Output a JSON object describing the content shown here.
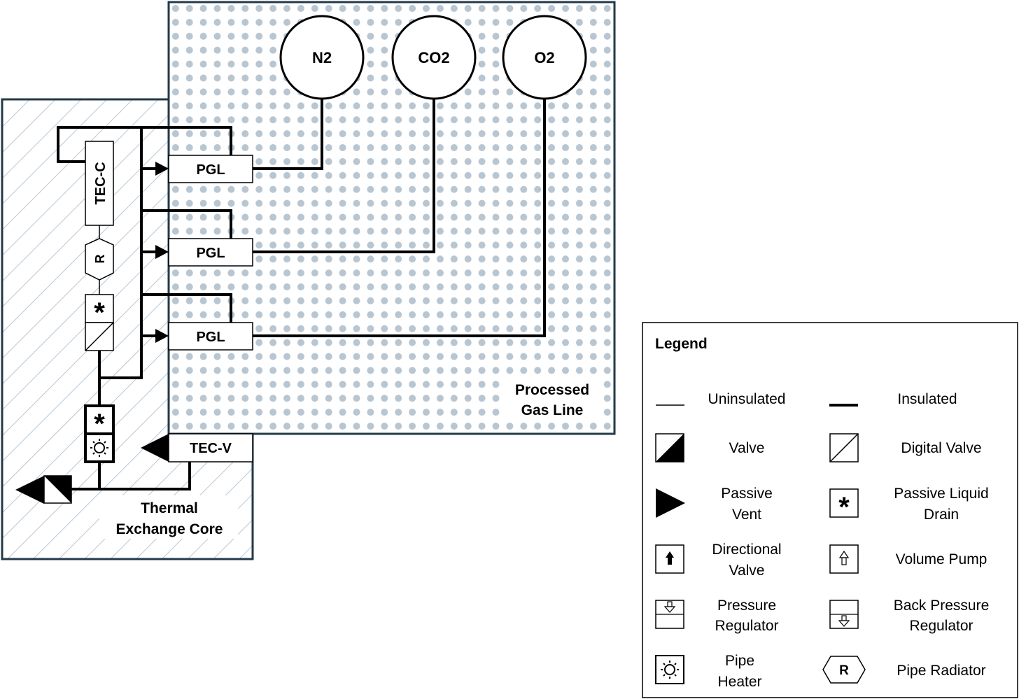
{
  "tanks": {
    "n2": "N2",
    "co2": "CO2",
    "o2": "O2"
  },
  "pgl": {
    "label_1": "PGL",
    "label_2": "PGL",
    "label_3": "PGL"
  },
  "components": {
    "tec_c": "TEC-C",
    "tec_v": "TEC-V",
    "radiator_glyph": "R",
    "drain_glyph": "*"
  },
  "zones": {
    "processed_line_1": "Processed",
    "processed_line_2": "Gas Line",
    "thermal_line_1": "Thermal",
    "thermal_line_2": "Exchange Core"
  },
  "legend": {
    "title": "Legend",
    "uninsulated": "Uninsulated",
    "insulated": "Insulated",
    "valve": "Valve",
    "digital_valve": "Digital Valve",
    "passive_vent_1": "Passive",
    "passive_vent_2": "Vent",
    "passive_drain_1": "Passive Liquid",
    "passive_drain_2": "Drain",
    "directional_valve_1": "Directional",
    "directional_valve_2": "Valve",
    "volume_pump": "Volume Pump",
    "pressure_regulator_1": "Pressure",
    "pressure_regulator_2": "Regulator",
    "back_pressure_regulator_1": "Back Pressure",
    "back_pressure_regulator_2": "Regulator",
    "pipe_heater_1": "Pipe",
    "pipe_heater_2": "Heater",
    "pipe_radiator": "Pipe Radiator",
    "radiator_glyph": "R",
    "drain_glyph": "*"
  },
  "colors": {
    "frame": "#23394a",
    "hatch": "#b9c7d3",
    "dot": "#b8c6d2",
    "line": "#000000"
  }
}
